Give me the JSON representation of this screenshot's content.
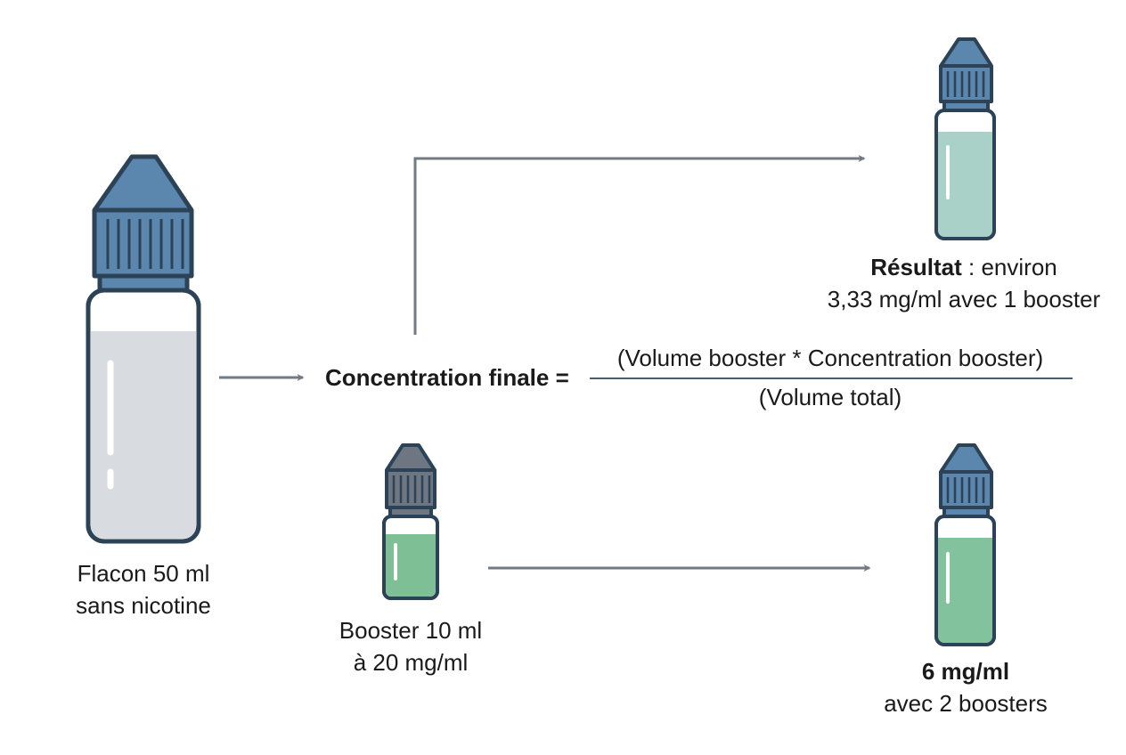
{
  "source_bottle": {
    "line1": "Flacon 50 ml",
    "line2": "sans nicotine",
    "liquid_color": "#d8dbe0"
  },
  "booster": {
    "line1": "Booster 10 ml",
    "line2": "à 20 mg/ml",
    "liquid_color": "#7fbf96"
  },
  "formula": {
    "lhs": "Concentration finale =",
    "numerator": "(Volume booster * Concentration booster)",
    "denominator": "(Volume total)"
  },
  "result_one": {
    "label_bold": "Résultat",
    "label_rest": " : environ",
    "line2": "3,33 mg/ml avec 1 booster",
    "liquid_color": "#a9d1c8"
  },
  "result_two": {
    "line1": "6 mg/ml",
    "line2": "avec 2 boosters",
    "liquid_color": "#82c29c"
  },
  "colors": {
    "cap": "#5b86ad",
    "booster_cap": "#6e7781",
    "outline": "#2b4257",
    "arrow": "#737a80"
  }
}
